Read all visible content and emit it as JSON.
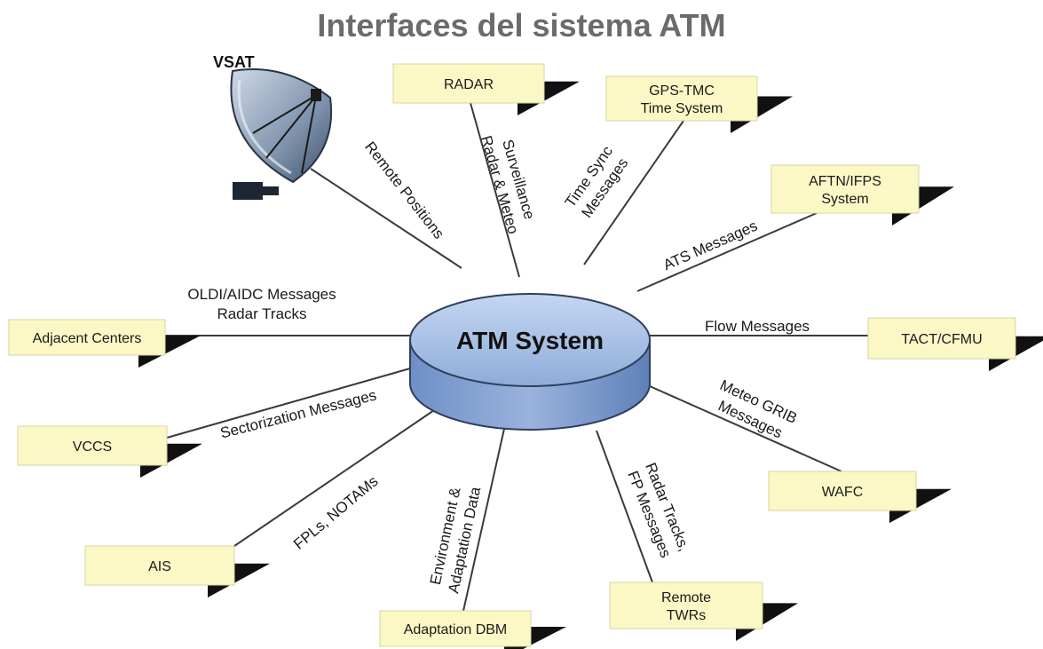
{
  "title": "Interfaces del sistema ATM",
  "center": {
    "label": "ATM System"
  },
  "vsat": {
    "label": "VSAT"
  },
  "nodes": [
    {
      "id": "radar",
      "lines": [
        "RADAR"
      ]
    },
    {
      "id": "gps",
      "lines": [
        "GPS-TMC",
        "Time System"
      ]
    },
    {
      "id": "aftn",
      "lines": [
        "AFTN/IFPS",
        "System"
      ]
    },
    {
      "id": "tact",
      "lines": [
        "TACT/CFMU"
      ]
    },
    {
      "id": "wafc",
      "lines": [
        "WAFC"
      ]
    },
    {
      "id": "remote",
      "lines": [
        "Remote",
        "TWRs"
      ]
    },
    {
      "id": "adbm",
      "lines": [
        "Adaptation DBM"
      ]
    },
    {
      "id": "ais",
      "lines": [
        "AIS"
      ]
    },
    {
      "id": "vccs",
      "lines": [
        "VCCS"
      ]
    },
    {
      "id": "adjacent",
      "lines": [
        "Adjacent Centers"
      ]
    }
  ],
  "links": [
    {
      "id": "vsat",
      "lines": [
        "Remote Positions"
      ]
    },
    {
      "id": "radar",
      "lines": [
        "Surveillance",
        "Radar & Meteo"
      ]
    },
    {
      "id": "gps",
      "lines": [
        "Time Sync",
        "Messages"
      ]
    },
    {
      "id": "aftn",
      "lines": [
        "ATS Messages"
      ]
    },
    {
      "id": "tact",
      "lines": [
        "Flow Messages"
      ]
    },
    {
      "id": "wafc",
      "lines": [
        "Meteo GRIB",
        "Messages"
      ]
    },
    {
      "id": "remote",
      "lines": [
        "Radar Tracks,",
        "FP Messages"
      ]
    },
    {
      "id": "adbm",
      "lines": [
        "Environment &",
        "Adaptation Data"
      ]
    },
    {
      "id": "ais",
      "lines": [
        "FPLs, NOTAMs"
      ]
    },
    {
      "id": "vccs",
      "lines": [
        "Sectorization Messages"
      ]
    },
    {
      "id": "adjacent",
      "lines": [
        "OLDI/AIDC Messages",
        "Radar Tracks"
      ]
    }
  ],
  "colors": {
    "box_fill": "#fcf8c6",
    "cylinder_top": "#a9c2e8",
    "cylinder_side": "#7f9fd1",
    "title": "#6b6b6b"
  }
}
